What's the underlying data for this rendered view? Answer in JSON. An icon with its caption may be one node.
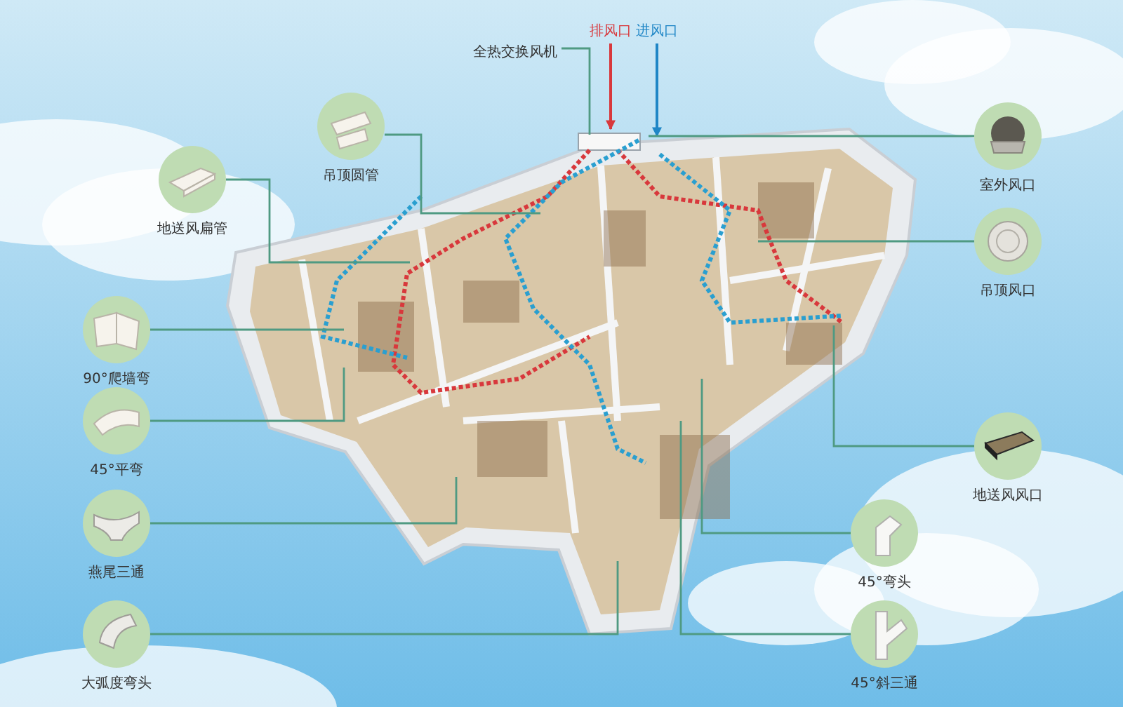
{
  "diagram": {
    "nodes": [
      {
        "text": [
          "全热交换风机"
        ]
      },
      {
        "text": [
          "排风口"
        ]
      },
      {
        "text": [
          "进风口"
        ]
      },
      {
        "text": [
          "吊顶圆管"
        ]
      },
      {
        "text": [
          "室外风口"
        ]
      },
      {
        "text": [
          "地送风扁管"
        ]
      },
      {
        "text": [
          "吊顶风口"
        ]
      },
      {
        "text": [
          "90°爬墙弯"
        ]
      },
      {
        "text": [
          "45°平弯"
        ]
      },
      {
        "text": [
          "地送风风口"
        ]
      },
      {
        "text": [
          "燕尾三通"
        ]
      },
      {
        "text": [
          "45°弯头"
        ]
      },
      {
        "text": [
          "大弧度弯头"
        ]
      },
      {
        "text": [
          "45°斜三通"
        ]
      }
    ],
    "edges": [
      {
        "from": 0,
        "to": null,
        "arrow": "none"
      },
      {
        "from": 1,
        "to": null,
        "arrow": "to",
        "color": "#d8383c"
      },
      {
        "from": 2,
        "to": null,
        "arrow": "to",
        "color": "#1f86c6"
      },
      {
        "from": 3,
        "to": null,
        "arrow": "none"
      },
      {
        "from": 4,
        "to": null,
        "arrow": "none"
      },
      {
        "from": 5,
        "to": null,
        "arrow": "none"
      },
      {
        "from": 6,
        "to": null,
        "arrow": "none"
      },
      {
        "from": 7,
        "to": null,
        "arrow": "none"
      },
      {
        "from": 8,
        "to": null,
        "arrow": "none"
      },
      {
        "from": 9,
        "to": null,
        "arrow": "none"
      },
      {
        "from": 10,
        "to": null,
        "arrow": "none"
      },
      {
        "from": 11,
        "to": null,
        "arrow": "none"
      },
      {
        "from": 12,
        "to": null,
        "arrow": "none"
      },
      {
        "from": 13,
        "to": null,
        "arrow": "none"
      }
    ]
  }
}
